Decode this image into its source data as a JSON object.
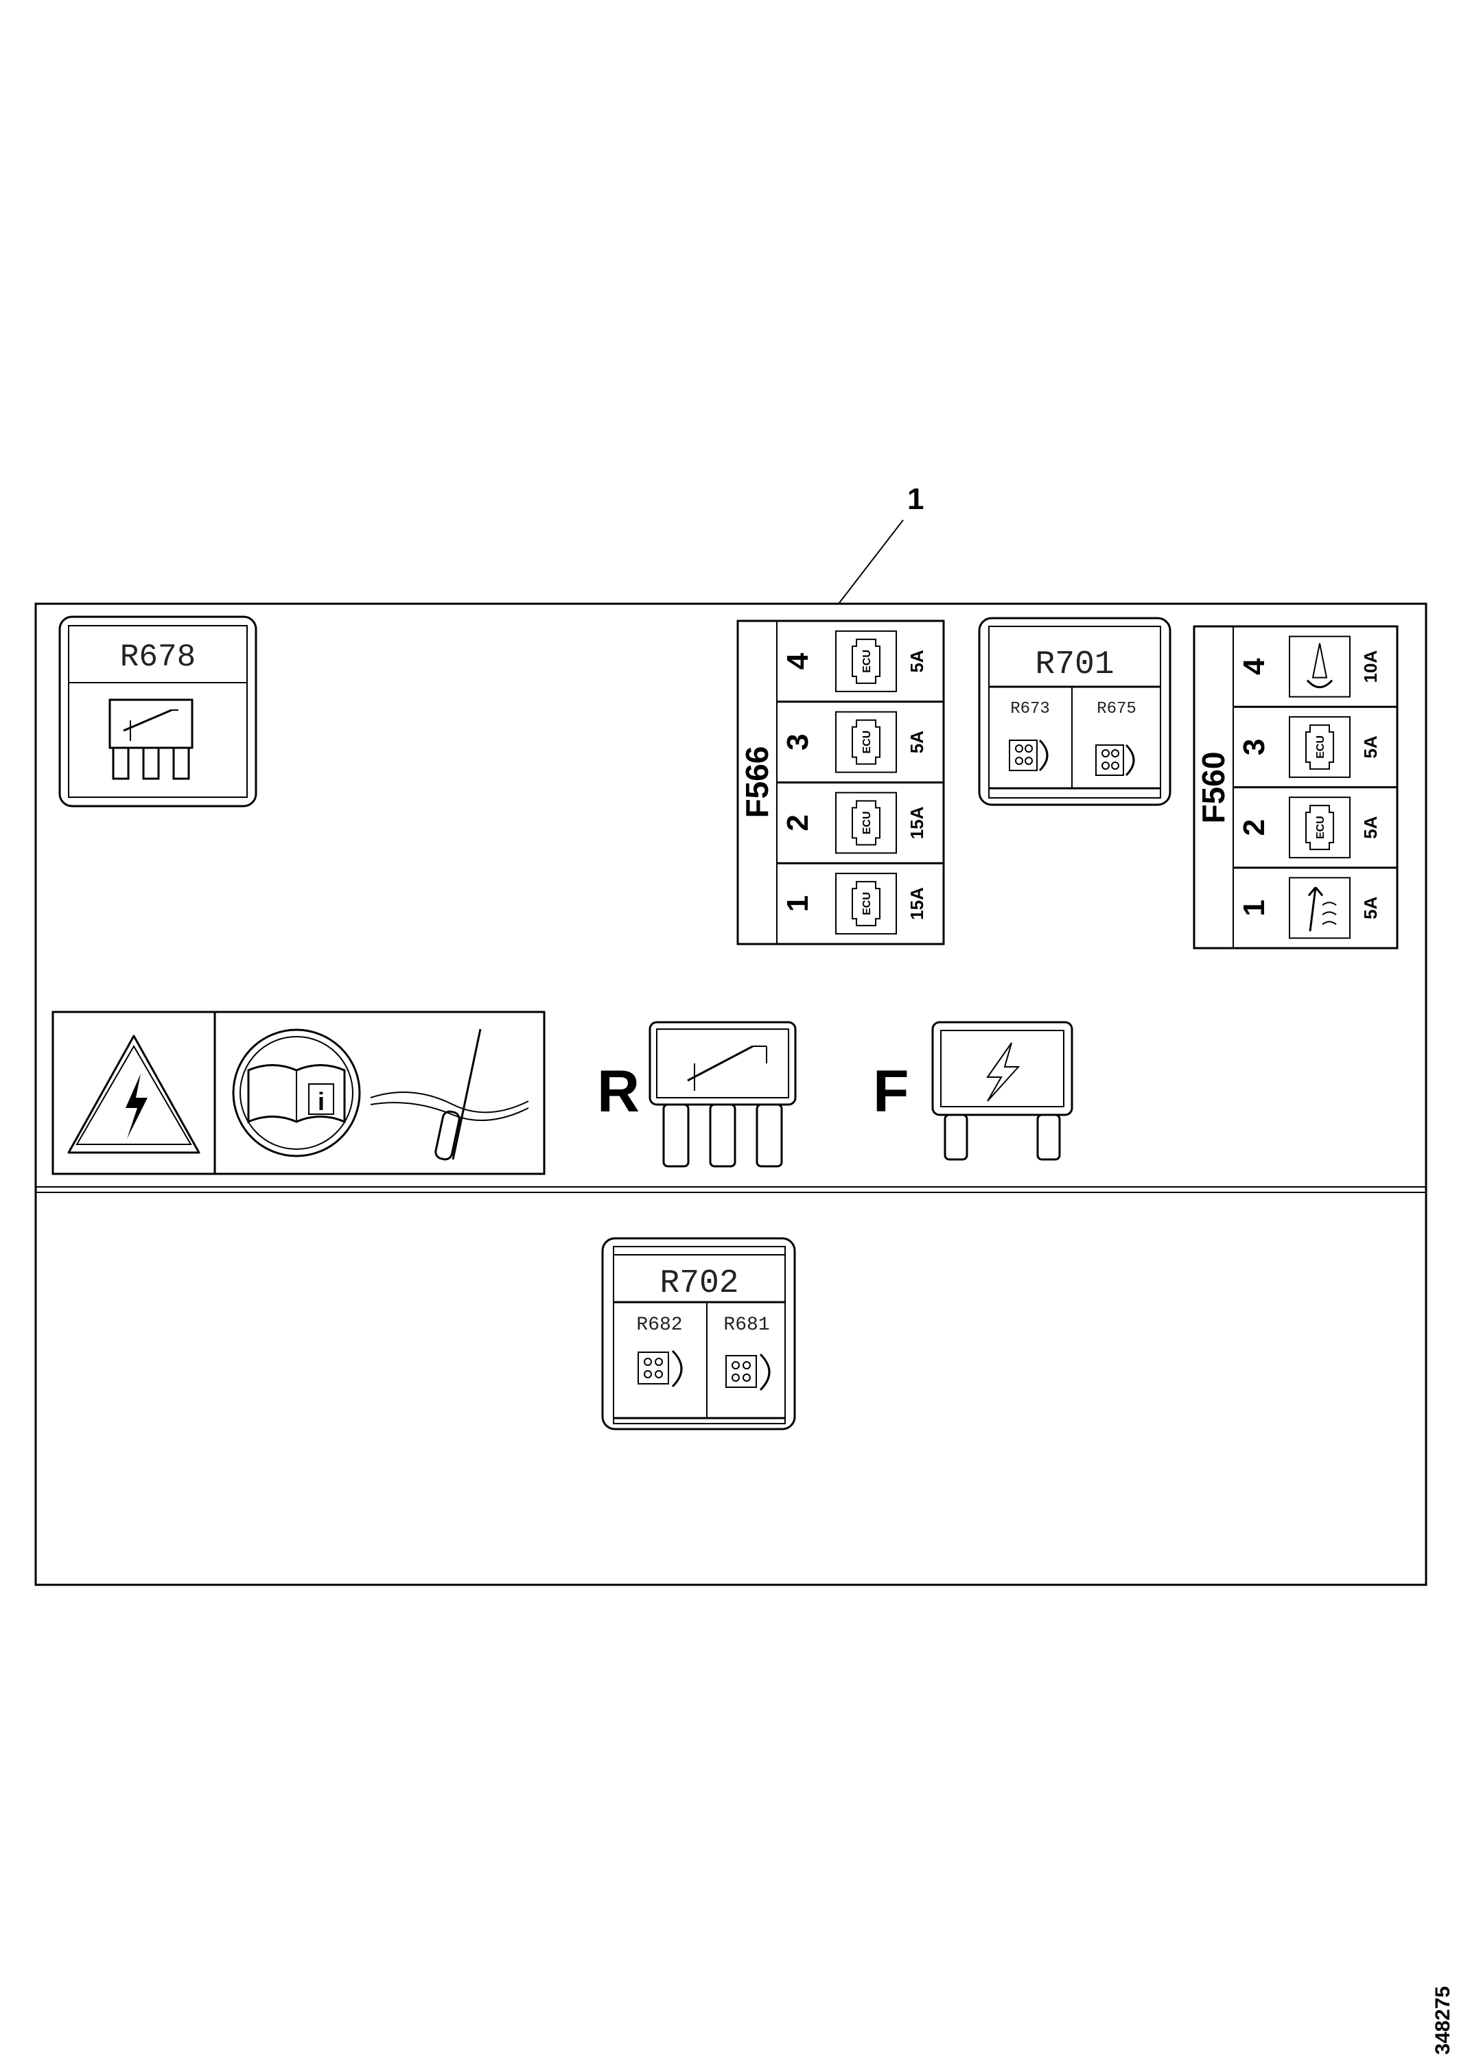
{
  "callout": "1",
  "figure_number": "348275",
  "relay_R678": {
    "label": "R678"
  },
  "relay_R701": {
    "label": "R701",
    "sub": [
      "R673",
      "R675"
    ]
  },
  "relay_R702": {
    "label": "R702",
    "sub": [
      "R682",
      "R681"
    ]
  },
  "fuse_F566": {
    "label": "F566",
    "rows": [
      {
        "num": "4",
        "icon": "ecu-icon",
        "amp": "5A"
      },
      {
        "num": "3",
        "icon": "ecu-icon",
        "amp": "5A"
      },
      {
        "num": "2",
        "icon": "ecu-icon",
        "amp": "15A"
      },
      {
        "num": "1",
        "icon": "ecu-icon",
        "amp": "15A"
      }
    ]
  },
  "fuse_F560": {
    "label": "F560",
    "rows": [
      {
        "num": "4",
        "icon": "glow-plug-icon",
        "amp": "10A"
      },
      {
        "num": "3",
        "icon": "ecu-icon",
        "amp": "5A"
      },
      {
        "num": "2",
        "icon": "ecu-icon",
        "amp": "5A"
      },
      {
        "num": "1",
        "icon": "heater-icon",
        "amp": "5A"
      }
    ]
  },
  "legend": {
    "relay_letter": "R",
    "fuse_letter": "F"
  }
}
